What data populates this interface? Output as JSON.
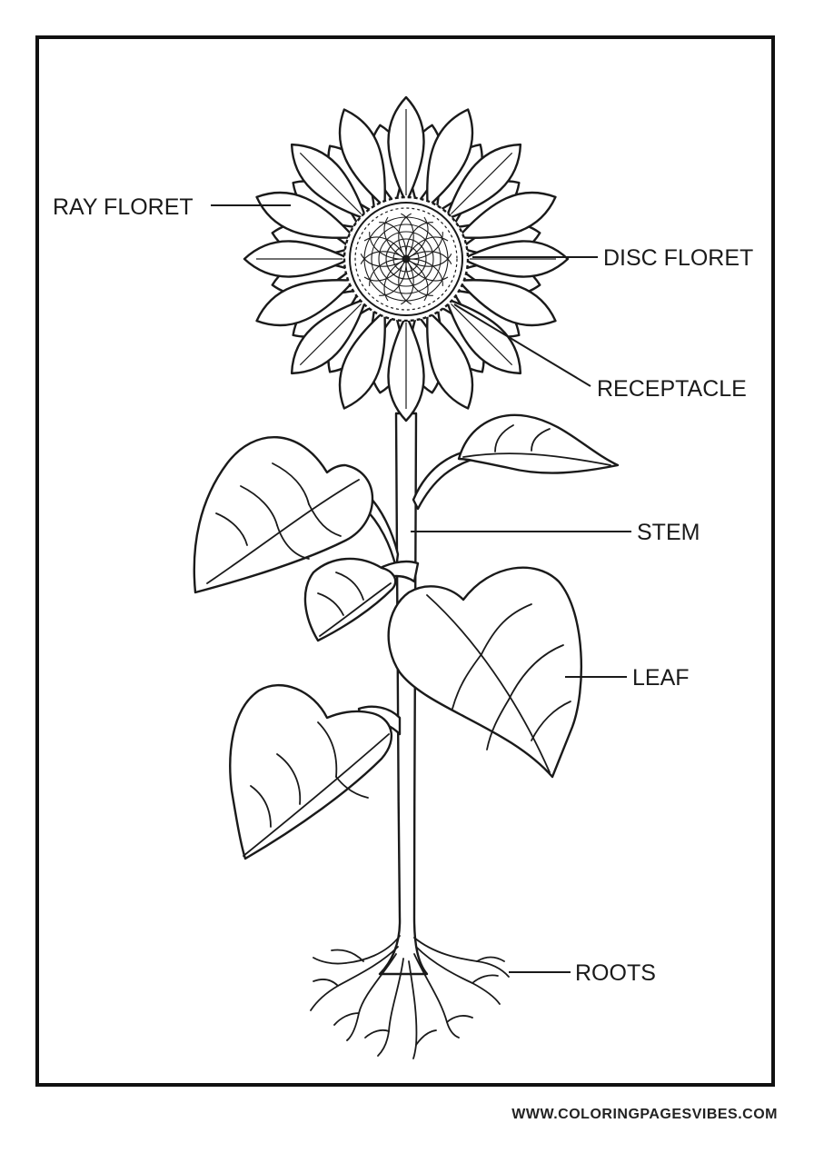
{
  "labels": {
    "ray_floret": "RAY FLORET",
    "disc_floret": "DISC FLORET",
    "receptacle": "RECEPTACLE",
    "stem": "STEM",
    "leaf": "LEAF",
    "roots": "ROOTS"
  },
  "footer": {
    "website": "WWW.COLORINGPAGESVIBES.COM"
  }
}
